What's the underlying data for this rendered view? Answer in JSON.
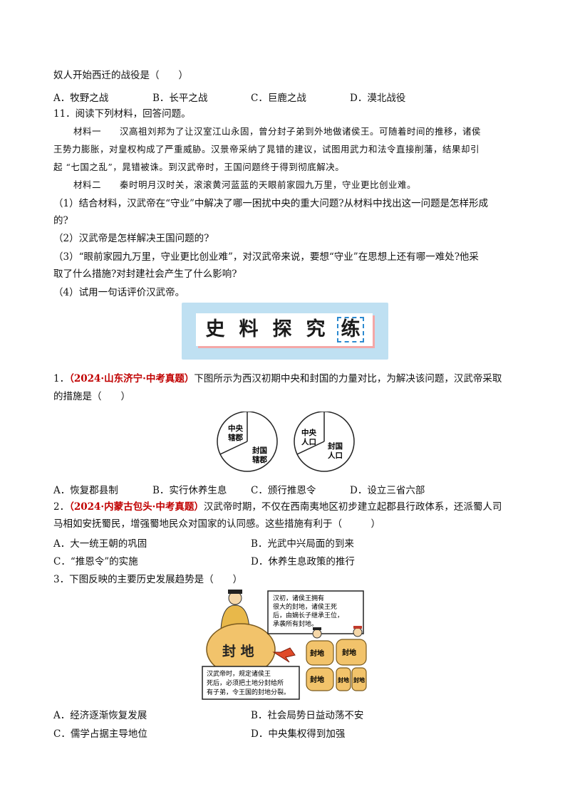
{
  "q10": {
    "stem": "奴人开始西迁的战役是（　　）",
    "options": [
      "A．牧野之战",
      "B．长平之战",
      "C．巨鹿之战",
      "D．漠北战役"
    ]
  },
  "q11": {
    "stem": "11．阅读下列材料，回答问题。",
    "material1_lines": [
      "材料一　　汉高祖刘邦为了让汉室江山永固，曾分封子弟到外地做诸侯王。可随着时间的推移，诸侯",
      "王势力膨胀，对皇权构成了严重威胁。汉景帝采纳了晁错的建议，试图用武力和法令直接削藩，结果却引",
      "起 “七国之乱”，晁错被诛。到汉武帝时，王国问题终于得到彻底解决。"
    ],
    "material2": "材料二　　秦时明月汉时关，滚滚黄河蓝蓝的天眼前家园九万里，守业更比创业难。",
    "sub1_lines": [
      "（1）结合材料，汉武帝在“守业”中解决了哪一困扰中央的重大问题?从材料中找出这一问题是怎样形成",
      "的?"
    ],
    "sub2": "（2）汉武帝是怎样解决王国问题的?",
    "sub3_lines": [
      "（3）“眼前家园九万里，守业更比创业难”，对汉武帝来说，要想“守业”在思想上还有哪一难处?他采",
      "取了什么措施?对封建社会产生了什么影响?"
    ],
    "sub4": "（4）试用一句话评价汉武帝。"
  },
  "banner": {
    "chars": [
      "史",
      "料",
      "探",
      "究",
      "练"
    ]
  },
  "p1": {
    "num": "1．",
    "source": "（2024·山东济宁·中考真题）",
    "stem_rest": "下图所示为西汉初期中央和封国的力量对比，为解决该问题，汉武帝采取",
    "stem_line2": "的措施是（　　）",
    "pie1": {
      "a": "中央",
      "b": "辖郡",
      "c": "封国",
      "d": "辖郡"
    },
    "pie2": {
      "a": "中央",
      "b": "人口",
      "c": "封国",
      "d": "人口"
    },
    "options": [
      "A．恢复郡县制",
      "B．实行休养生息",
      "C．颁行推恩令",
      "D．设立三省六部"
    ]
  },
  "p2": {
    "num": "2．",
    "source": "（2024·内蒙古包头·中考真题）",
    "stem_rest": "汉武帝时期，不仅在西南夷地区初步建立起郡县行政体系，还派蜀人司",
    "stem_line2": "马相如安抚蜀民，增强蜀地民众对国家的认同感。这些措施有利于（　　　）",
    "options": [
      "A．大一统王朝的巩固",
      "B．光武中兴局面的到来",
      "C．“推恩令”的实施",
      "D．休养生息政策的推行"
    ]
  },
  "p3": {
    "stem": "3．下图反映的主要历史发展趋势是（　　）",
    "cartoon": {
      "big_land": "封 地",
      "box1": [
        "汉初，诸侯王拥有",
        "很大的封地，诸侯王死",
        "后，由嫡长子继承王位，",
        "承袭所有封地。"
      ],
      "box2": [
        "汉武帝时，规定诸侯王",
        "死后，必须把土地分封给所",
        "有子弟，令王国的封地分裂。"
      ],
      "piece_labels": [
        "封地",
        "封地",
        "封地",
        "封地",
        "封地"
      ]
    },
    "options": [
      "A．经济逐渐恢复发展",
      "B．社会局势日益动荡不安",
      "C．儒学占据主导地位",
      "D．中央集权得到加强"
    ]
  }
}
